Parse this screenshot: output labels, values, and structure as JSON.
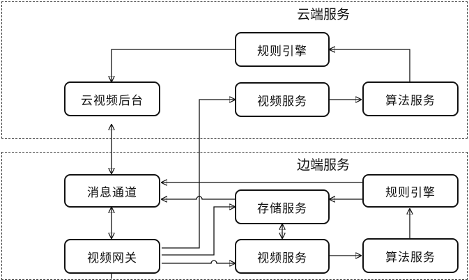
{
  "regions": {
    "cloud": {
      "title": "云端服务"
    },
    "edge": {
      "title": "边端服务"
    }
  },
  "nodes": {
    "cloud_rule_engine": "规则引擎",
    "cloud_video_backend": "云视频后台",
    "cloud_video_service": "视频服务",
    "cloud_algo_service": "算法服务",
    "edge_message_channel": "消息通道",
    "edge_storage_service": "存储服务",
    "edge_rule_engine": "规则引擎",
    "edge_video_gateway": "视频网关",
    "edge_video_service": "视频服务",
    "edge_algo_service": "算法服务"
  },
  "connections": [
    {
      "from": "cloud_rule_engine",
      "to": "cloud_video_backend"
    },
    {
      "from": "cloud_algo_service",
      "to": "cloud_rule_engine"
    },
    {
      "from": "cloud_video_service",
      "to": "cloud_algo_service"
    },
    {
      "from": "cloud_video_backend",
      "to": "edge_message_channel",
      "bidirectional": true
    },
    {
      "from": "edge_message_channel",
      "to": "edge_video_gateway",
      "bidirectional": true
    },
    {
      "from": "edge_rule_engine",
      "to": "edge_message_channel"
    },
    {
      "from": "edge_storage_service",
      "to": "edge_message_channel"
    },
    {
      "from": "edge_rule_engine",
      "to": "edge_storage_service"
    },
    {
      "from": "edge_storage_service",
      "to": "edge_video_service",
      "bidirectional": true
    },
    {
      "from": "edge_video_gateway",
      "to": "cloud_video_service"
    },
    {
      "from": "edge_video_gateway",
      "to": "edge_storage_service"
    },
    {
      "from": "edge_video_gateway",
      "to": "edge_video_service"
    },
    {
      "from": "edge_video_service",
      "to": "edge_algo_service"
    },
    {
      "from": "edge_algo_service",
      "to": "edge_rule_engine"
    }
  ]
}
